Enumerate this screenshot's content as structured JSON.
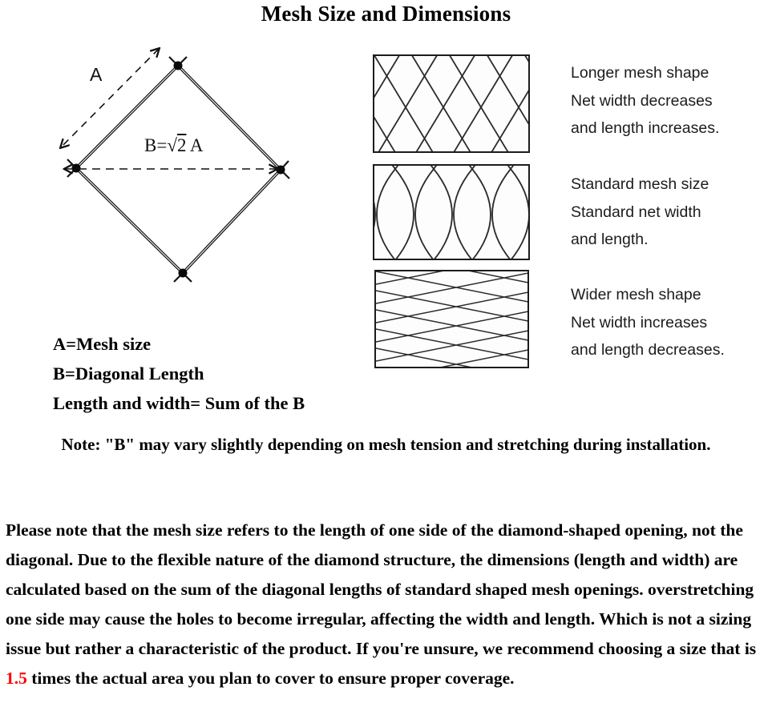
{
  "page": {
    "title": "Mesh Size and Dimensions"
  },
  "diagram": {
    "label_a": "A",
    "label_b_prefix": "B=",
    "label_b_radical": "√",
    "label_b_radicand": "2",
    "label_b_suffix": " A",
    "legend": [
      "A=Mesh size",
      "B=Diagonal Length",
      "Length and width= Sum of the B"
    ]
  },
  "mesh_variants": [
    {
      "name": "longer-mesh",
      "lines": [
        "Longer mesh shape",
        "Net width decreases",
        "and length increases."
      ]
    },
    {
      "name": "standard-mesh",
      "lines": [
        "Standard mesh size",
        "Standard net width",
        "and length."
      ]
    },
    {
      "name": "wider-mesh",
      "lines": [
        "Wider mesh shape",
        "Net width increases",
        "and length decreases."
      ]
    }
  ],
  "note": "Note: \"B\" may vary slightly depending on mesh tension and stretching during installation.",
  "paragraph": {
    "before": "Please note that the mesh size refers to the length of one side of the diamond-shaped opening, not the diagonal. Due to the flexible nature of the diamond structure, the dimensions (length and width) are calculated based on the sum of the diagonal lengths of standard shaped mesh openings. overstretching one side may cause the holes to become irregular, affecting the width and length. Which is not a sizing issue but rather a characteristic of the product. If you're unsure, we recommend choosing a size that is ",
    "highlight": "1.5",
    "after": " times the actual area you plan to cover to ensure proper coverage.",
    "highlight_color": "#ff0000"
  }
}
